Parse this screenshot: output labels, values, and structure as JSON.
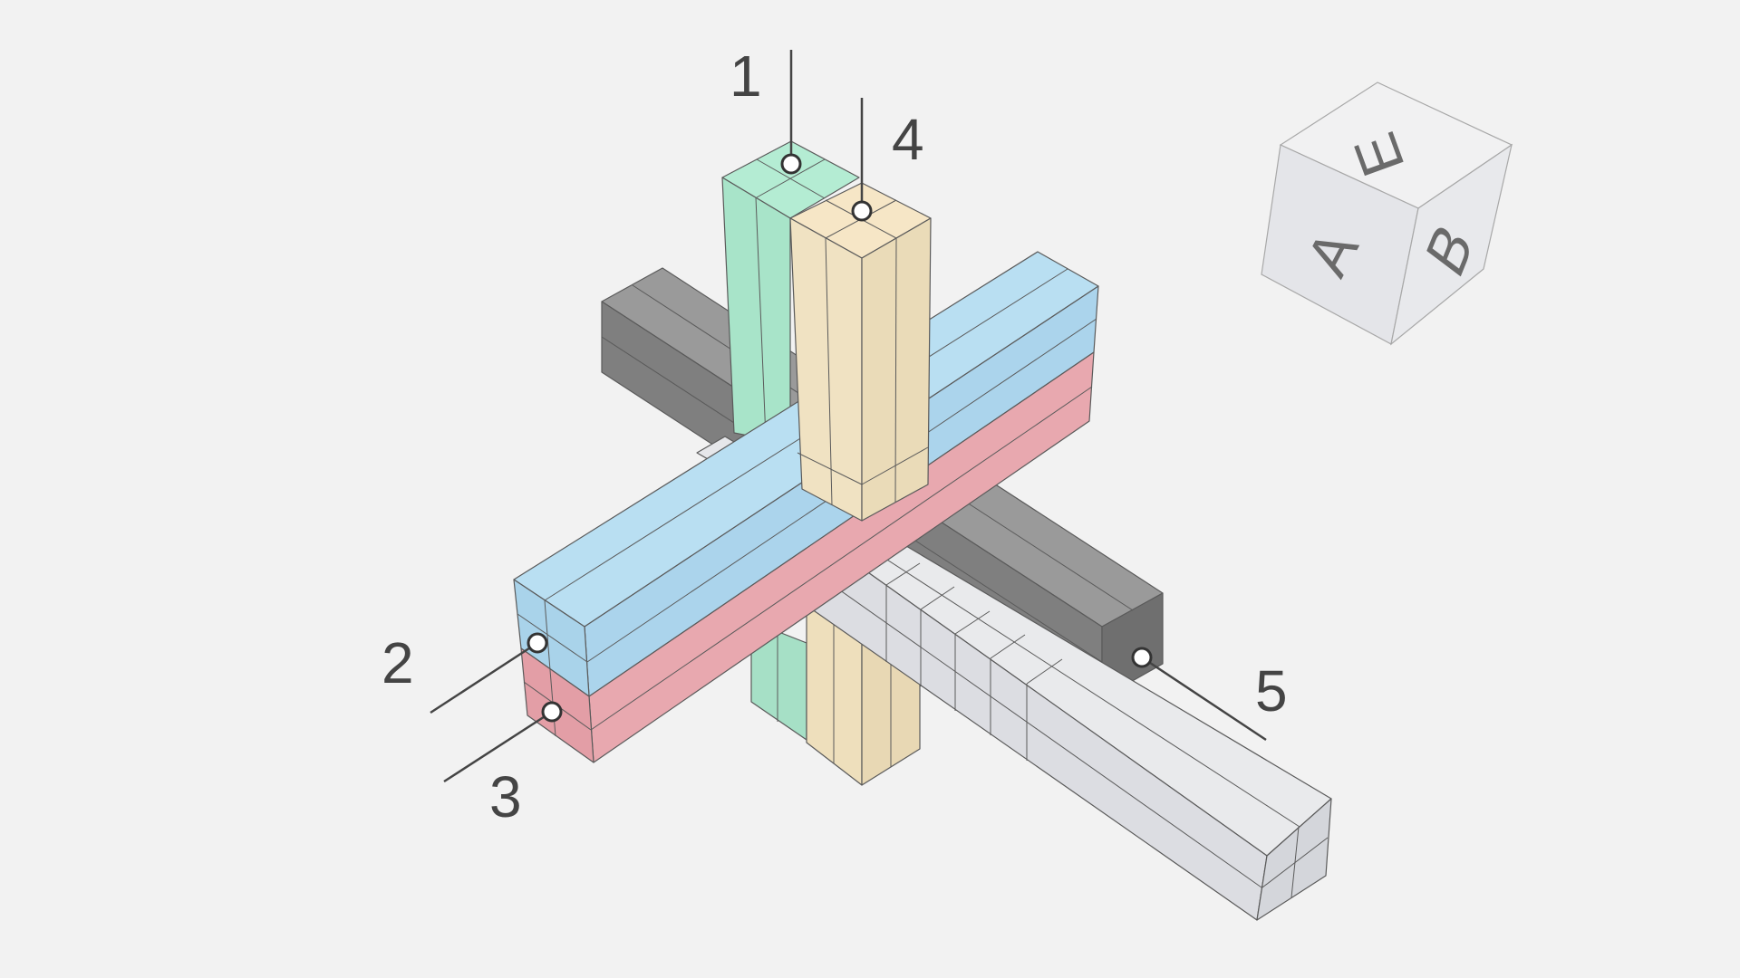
{
  "callouts": [
    {
      "id": "1",
      "label": "1"
    },
    {
      "id": "2",
      "label": "2"
    },
    {
      "id": "3",
      "label": "3"
    },
    {
      "id": "4",
      "label": "4"
    },
    {
      "id": "5",
      "label": "5"
    }
  ],
  "view_cube": {
    "top": "E",
    "front": "A",
    "right": "B"
  },
  "colors": {
    "background": "#f2f2f2",
    "green_post": "#aee8cf",
    "tan_post": "#f0e3c3",
    "blue_beam": "#b2d9ef",
    "red_beam": "#e8a8af",
    "dark_beam": "#8c8c8c",
    "light_beam": "#e3e4e7"
  }
}
